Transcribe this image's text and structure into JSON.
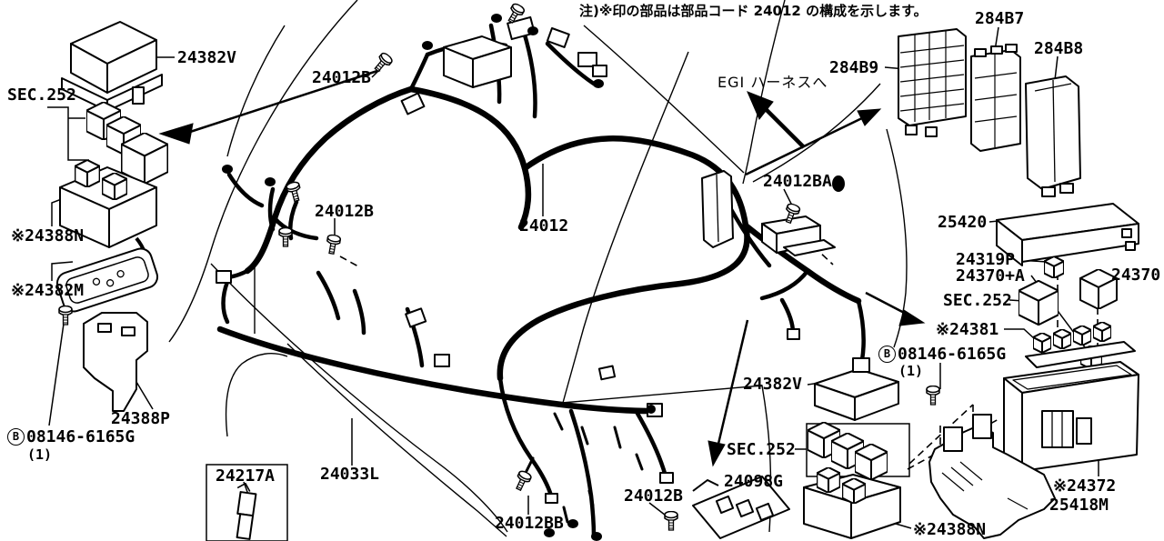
{
  "page": {
    "background": "#ffffff",
    "ink": "#000000"
  },
  "note": "注)※印の部品は部品コード 24012 の構成を示します。",
  "labels": {
    "l24382v_a": "24382V",
    "sec252_a": "SEC.252",
    "l24012b_a": "24012B",
    "l24388n_a": "※24388N",
    "l24382m": "※24382M",
    "l24388p": "24388P",
    "l24217a": "24217A",
    "l24033l": "24033L",
    "l24012b_b": "24012B",
    "l24012": "24012",
    "l24012ba": "24012BA",
    "egi": "EGI ハーネスへ",
    "l284b9": "284B9",
    "l284b7": "284B7",
    "l284b8": "284B8",
    "l25420": "25420",
    "l24319p": "24319P",
    "l24370a": "24370+A",
    "l24370": "24370",
    "sec252_b": "SEC.252",
    "l24381": "※24381",
    "l24382v_b": "24382V",
    "sec252_c": "SEC.252",
    "l24098g": "24098G",
    "l24012b_c": "24012B",
    "l24012bb": "24012BB",
    "l24372": "※24372",
    "l25418m": "25418M",
    "l24388n_b": "※24388N",
    "bolt_left": {
      "prefix": "B",
      "part": "08146-6165G",
      "qty": "(1)"
    },
    "bolt_right": {
      "prefix": "B",
      "part": "08146-6165G",
      "qty": "(1)"
    }
  }
}
